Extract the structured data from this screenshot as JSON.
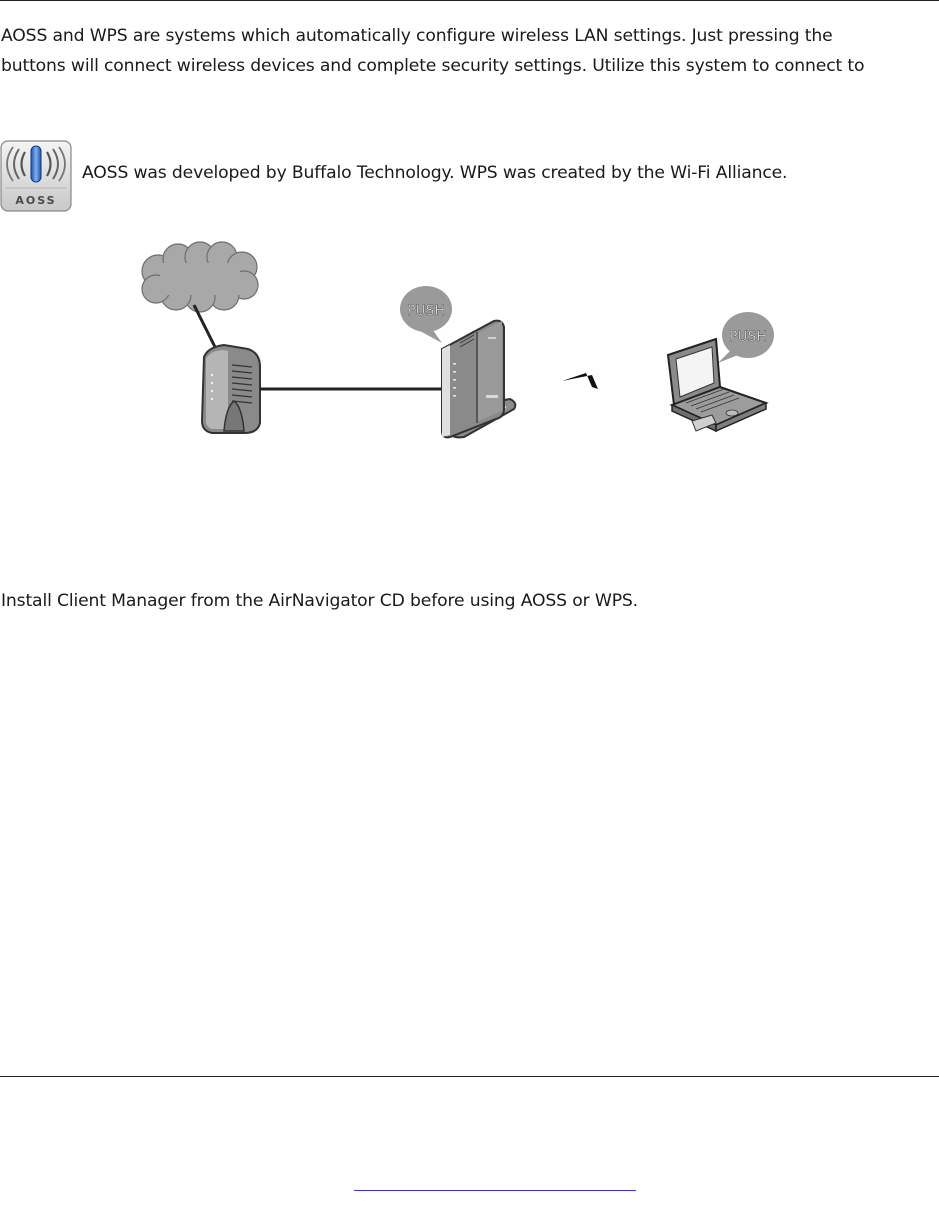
{
  "intro": {
    "line1": "AOSS and WPS are systems which automatically configure wireless LAN settings. Just pressing the",
    "line2": "buttons will connect wireless devices and complete security settings. Utilize this system to connect to"
  },
  "logo": {
    "badge_text": "AOSS",
    "caption": "AOSS was developed by Buffalo Technology.  WPS was created by the Wi-Fi Alliance."
  },
  "diagram": {
    "router_push_label": "PUSH",
    "laptop_push_label": "PUSH",
    "icons": [
      "cloud-icon",
      "modem-icon",
      "wireless-router-icon",
      "wireless-signal-icon",
      "laptop-icon"
    ]
  },
  "install_note": "Install Client Manager from the AirNavigator CD before using AOSS or WPS.",
  "colors": {
    "text": "#1a1a1a",
    "device_gray": "#8a8a8a",
    "push_bubble": "#9a9a9a",
    "link_underline": "#2b3fd6"
  }
}
